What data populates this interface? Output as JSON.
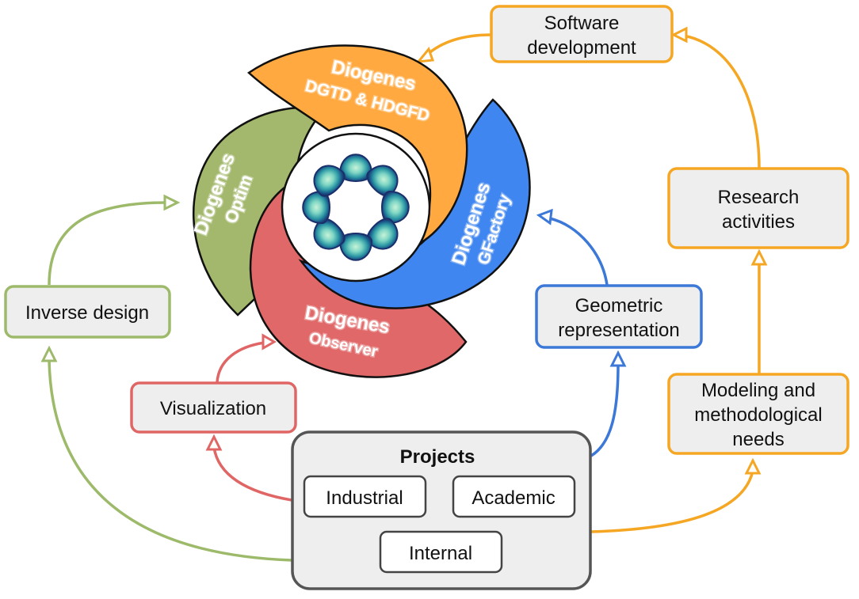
{
  "boxes": {
    "software_development": [
      "Software",
      "development"
    ],
    "research_activities": [
      "Research",
      "activities"
    ],
    "modeling_needs": [
      "Modeling and",
      "methodological",
      "needs"
    ],
    "geometric_representation": [
      "Geometric",
      "representation"
    ],
    "inverse_design": "Inverse design",
    "visualization": "Visualization"
  },
  "projects": {
    "title": "Projects",
    "items": [
      "Industrial",
      "Academic",
      "Internal"
    ]
  },
  "modules": {
    "dgtd": {
      "name": "Diogenes",
      "sub": "DGTD & HDGFD"
    },
    "gfactory": {
      "name": "Diogenes",
      "sub": "GFactory"
    },
    "observer": {
      "name": "Diogenes",
      "sub": "Observer"
    },
    "optim": {
      "name": "Diogenes",
      "sub": "Optim"
    }
  },
  "colors": {
    "orange": "#f5a623",
    "orange_segment": "#ffa940",
    "green": "#9dba6a",
    "green_segment": "#a3b86c",
    "red": "#e06666",
    "red_segment": "#e06868",
    "blue": "#3c78d8",
    "blue_segment": "#3f86f0",
    "box_fill": "#eeeeee",
    "projects_border": "#555555"
  }
}
